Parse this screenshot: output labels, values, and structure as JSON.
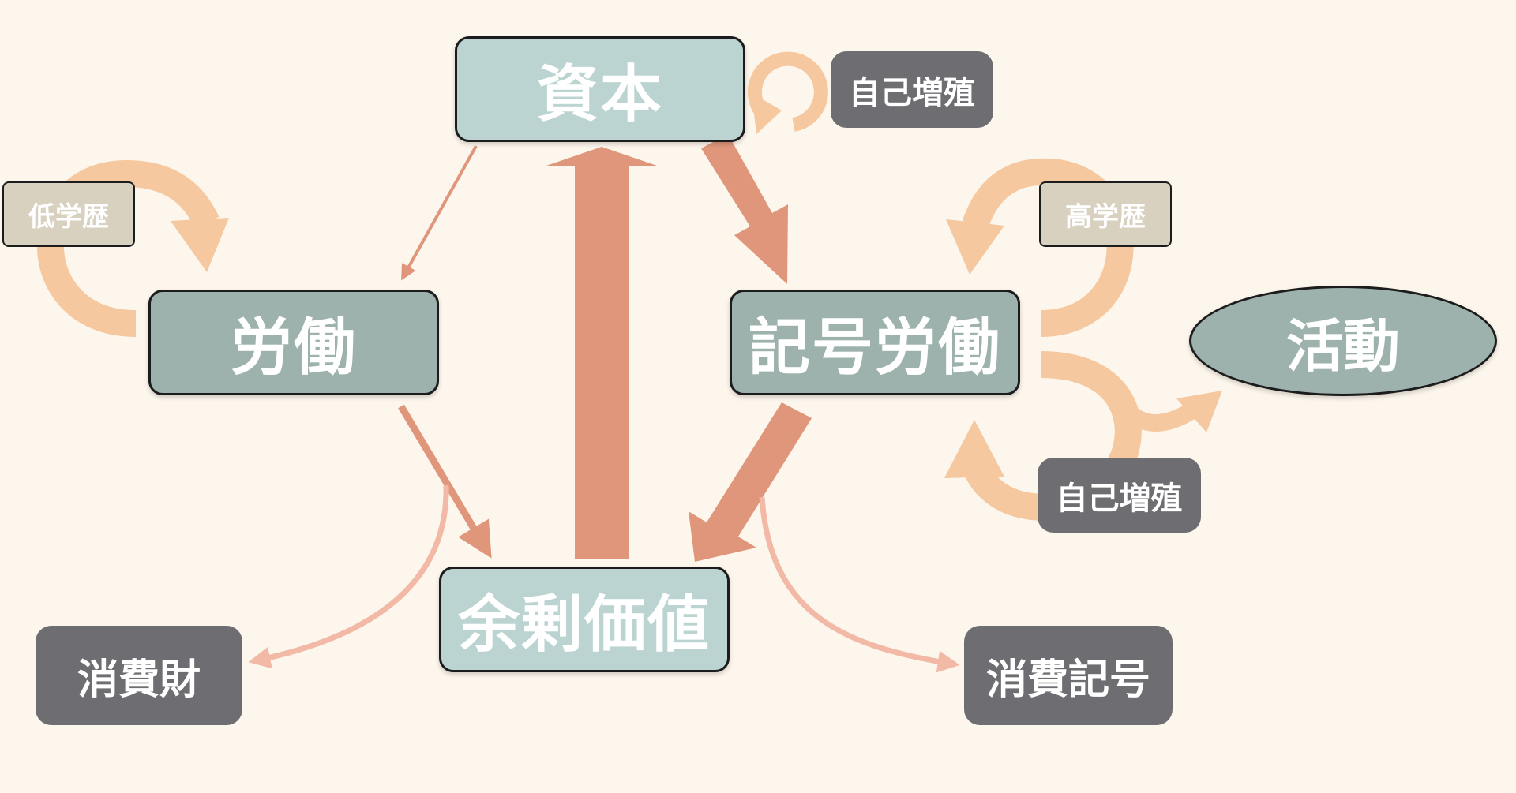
{
  "nodes": {
    "capital": "資本",
    "labor": "労働",
    "symbolic_labor": "記号労働",
    "surplus_value": "余剰価値",
    "activity": "活動",
    "consumer_goods": "消費財",
    "consumer_symbols": "消費記号",
    "self_replication_top": "自己増殖",
    "self_replication_right": "自己増殖",
    "low_education": "低学歴",
    "high_education": "高学歴"
  },
  "colors": {
    "background": "#fdf6ec",
    "teal": "#9db2ad",
    "light_teal": "#bcd4d1",
    "dark_gray": "#6e6e72",
    "tan": "#d8d1c0",
    "arrow_salmon": "#e0967a",
    "arrow_peach": "#f5c89f",
    "arrow_pink": "#f1b9a6"
  }
}
